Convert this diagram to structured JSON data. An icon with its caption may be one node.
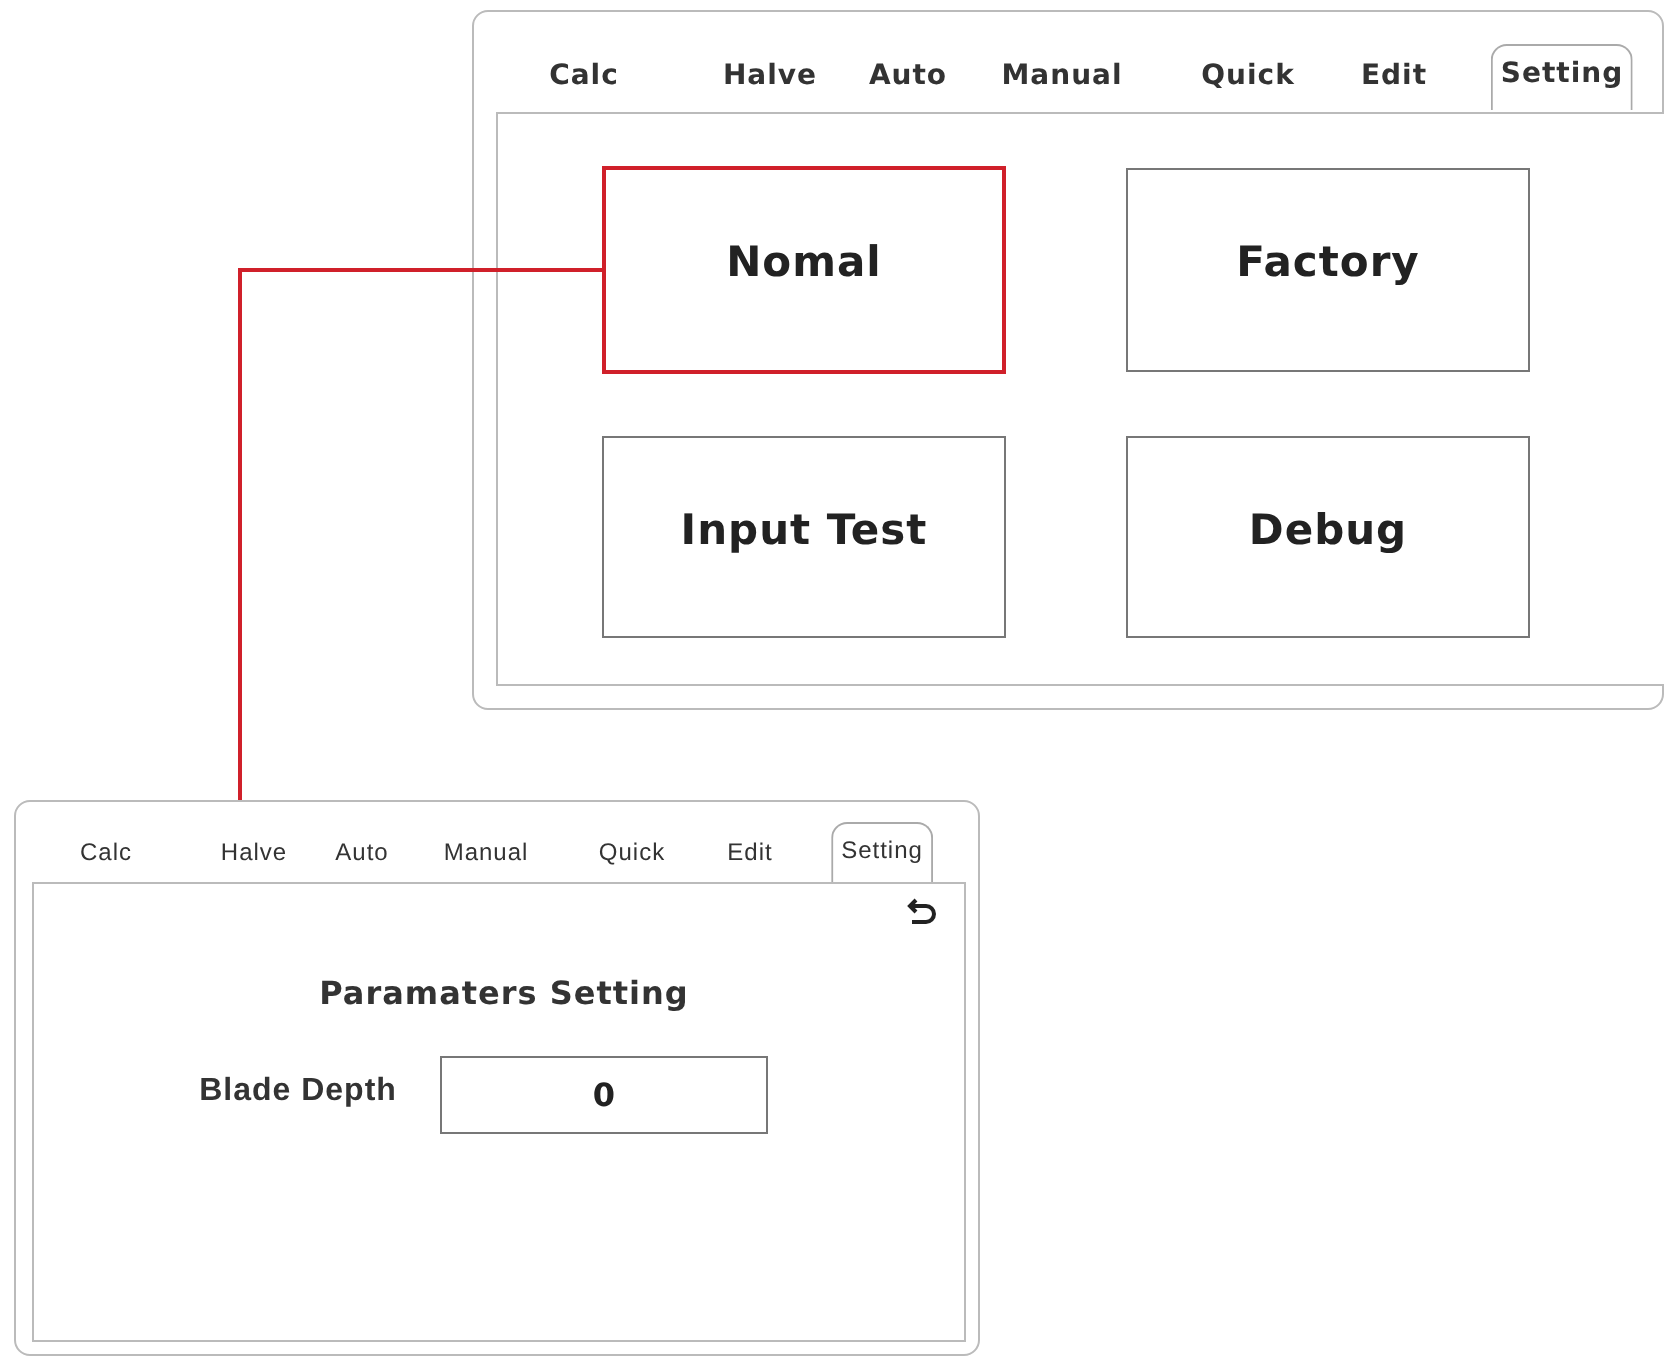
{
  "diagram": {
    "nodes": [
      {
        "text": [],
        "shape": "box"
      },
      {
        "text": [
          "Nomal"
        ],
        "in": 0
      },
      {
        "text": [
          "Factory"
        ],
        "in": 0
      },
      {
        "text": [
          "Input Test"
        ],
        "in": 0
      },
      {
        "text": [
          "Debug"
        ],
        "in": 0
      },
      {
        "text": [],
        "shape": "box"
      }
    ],
    "edges": [
      {
        "from": 1,
        "to": 5,
        "arrow": "none",
        "color": "#d0202a"
      }
    ],
    "labels": [
      "Calc",
      "Halve",
      "Auto",
      "Manual",
      "Quick",
      "Edit",
      "Setting",
      "Calc",
      "Halve",
      "Auto",
      "Manual",
      "Quick",
      "Edit",
      "Setting",
      "Paramaters Setting",
      "Blade Depth",
      "0"
    ]
  }
}
